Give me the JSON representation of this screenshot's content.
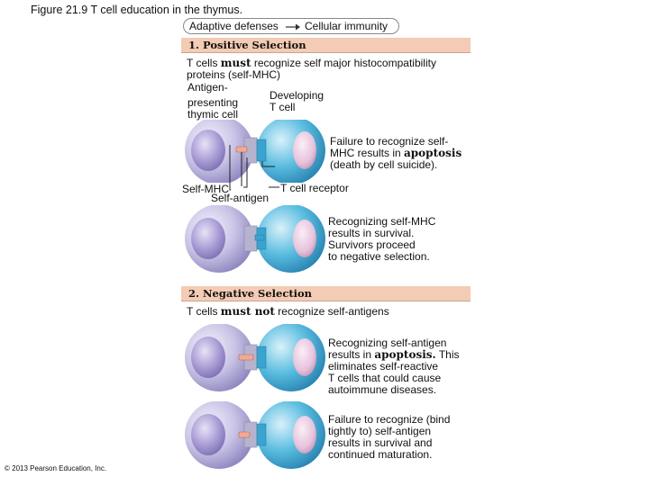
{
  "title": "Figure 21.9 T cell education in the thymus.",
  "breadcrumb": {
    "item1": "Adaptive defenses",
    "item2": "Cellular immunity"
  },
  "positive": {
    "header": "1. Positive Selection",
    "rule_prefix": "T cells ",
    "rule_emph": "must",
    "rule_suffix_1": " recognize self major histocompatibility",
    "rule_suffix_2": "proteins (self-MHC)",
    "label_apc_1": "Antigen-",
    "label_apc_2": "presenting",
    "label_apc_3": "thymic cell",
    "label_dev_1": "Developing",
    "label_dev_2": "T cell",
    "fail_1": "Failure to recognize self-",
    "fail_2_prefix": "MHC results in ",
    "fail_2_emph": "apoptosis",
    "fail_3": "(death by cell suicide).",
    "label_selfmhc": "Self-MHC",
    "label_selfantigen": "Self-antigen",
    "label_tcr": "T cell receptor",
    "survive_1": "Recognizing self-MHC",
    "survive_2": "results in survival.",
    "survive_3": "Survivors proceed",
    "survive_4": "to negative selection."
  },
  "negative": {
    "header": "2. Negative Selection",
    "rule_prefix": "T cells ",
    "rule_emph": "must not",
    "rule_suffix": " recognize self-antigens",
    "apop_1": "Recognizing self-antigen",
    "apop_2_prefix": "results in ",
    "apop_2_emph": "apoptosis.",
    "apop_2_suffix": " This",
    "apop_3": "eliminates self-reactive",
    "apop_4": "T cells that could cause",
    "apop_5": "autoimmune diseases.",
    "survive_1": "Failure to recognize (bind",
    "survive_2": "tightly to) self-antigen",
    "survive_3": "results in survival and",
    "survive_4": "continued maturation."
  },
  "copyright": "© 2013 Pearson Education, Inc.",
  "colors": {
    "header_bg": "#f4cbb4",
    "apc_cell": "#c9c4e6",
    "apc_nucleus": "#a89bd4",
    "tcell": "#5bbde0",
    "tcell_nucleus": "#e6c3dd",
    "receptor": "#3aa3cf",
    "mhc": "#b6b3cf",
    "antigen": "#f1aa95"
  }
}
